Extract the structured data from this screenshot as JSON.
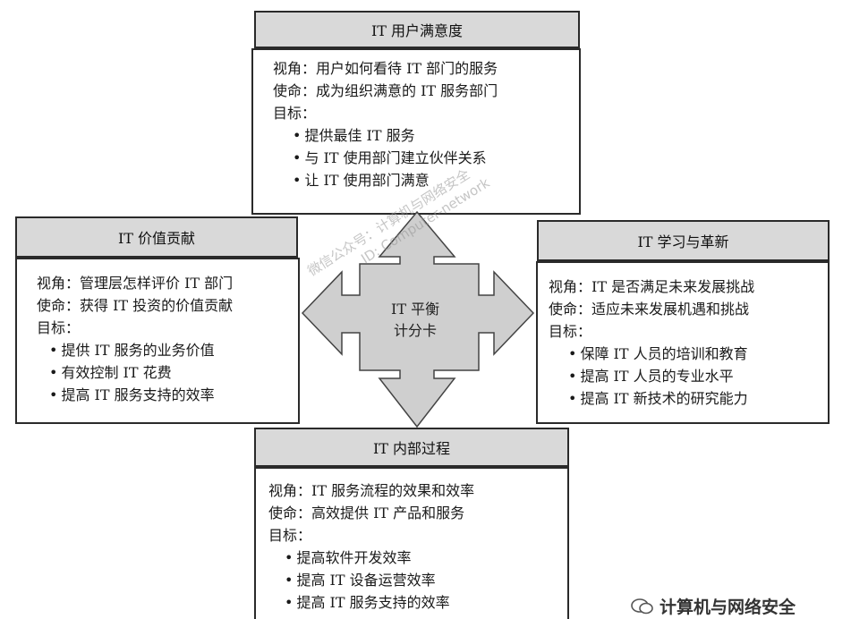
{
  "top": {
    "title": "IT 用户满意度",
    "perspective": "视角：用户如何看待 IT 部门的服务",
    "mission": "使命：成为组织满意的 IT 服务部门",
    "goals_label": "目标：",
    "goals": [
      "提供最佳 IT 服务",
      "与 IT 使用部门建立伙伴关系",
      "让 IT 使用部门满意"
    ]
  },
  "left": {
    "title": "IT 价值贡献",
    "perspective": "视角：管理层怎样评价 IT 部门",
    "mission": "使命：获得 IT 投资的价值贡献",
    "goals_label": "目标：",
    "goals": [
      "提供 IT 服务的业务价值",
      "有效控制 IT 花费",
      "提高 IT 服务支持的效率"
    ]
  },
  "right": {
    "title": "IT 学习与革新",
    "perspective": "视角：IT 是否满足未来发展挑战",
    "mission": "使命：适应未来发展机遇和挑战",
    "goals_label": "目标：",
    "goals": [
      "保障 IT 人员的培训和教育",
      "提高 IT 人员的专业水平",
      "提高 IT 新技术的研究能力"
    ]
  },
  "bottom": {
    "title": "IT 内部过程",
    "perspective": "视角：IT 服务流程的效果和效率",
    "mission": "使命：高效提供 IT 产品和服务",
    "goals_label": "目标：",
    "goals": [
      "提高软件开发效率",
      "提高 IT 设备运营效率",
      "提高 IT 服务支持的效率"
    ]
  },
  "center": {
    "line1": "IT 平衡",
    "line2": "计分卡"
  },
  "watermark": {
    "line1": "微信公众号：计算机与网络安全",
    "line2": "ID: Computer-network"
  },
  "footer": {
    "brand": "计算机与网络安全"
  },
  "colors": {
    "title_fill": "#d9d9d9",
    "border": "#2a2a2a",
    "arrow_fill": "#cfcfcf"
  },
  "icons": {
    "bullet": "•",
    "footer_icon": "wechat-icon"
  }
}
